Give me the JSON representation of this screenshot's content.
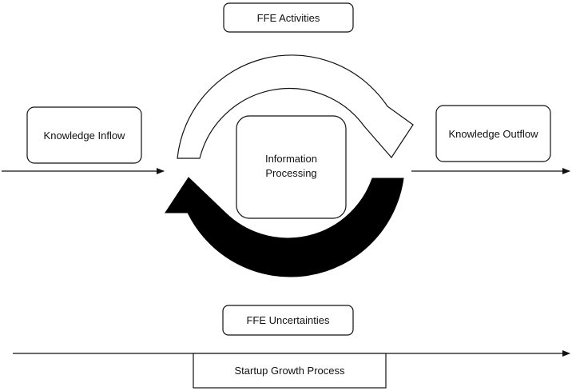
{
  "diagram": {
    "labels": {
      "ffe_activities": "FFE Activities",
      "knowledge_inflow": "Knowledge Inflow",
      "information_processing_line1": "Information",
      "information_processing_line2": "Processing",
      "knowledge_outflow": "Knowledge Outflow",
      "ffe_uncertainties": "FFE Uncertainties",
      "startup_growth_process": "Startup Growth Process"
    },
    "colors": {
      "stroke": "#111111",
      "box_fill": "#ffffff",
      "activities_arrow_fill": "#ffffff",
      "uncertainties_arrow_fill": "#000000"
    }
  }
}
